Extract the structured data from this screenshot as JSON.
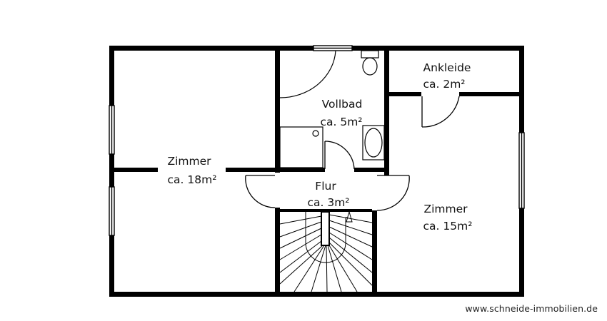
{
  "rooms": {
    "zimmer_left": {
      "name": "Zimmer",
      "area": "ca. 18m²"
    },
    "vollbad": {
      "name": "Vollbad",
      "area": "ca. 5m²"
    },
    "ankleide": {
      "name": "Ankleide",
      "area": "ca. 2m²"
    },
    "flur": {
      "name": "Flur",
      "area": "ca. 3m²"
    },
    "zimmer_right": {
      "name": "Zimmer",
      "area": "ca. 15m²"
    }
  },
  "website": "www.schneide-immobilien.de",
  "colors": {
    "wall": "#000000",
    "background": "#ffffff"
  }
}
